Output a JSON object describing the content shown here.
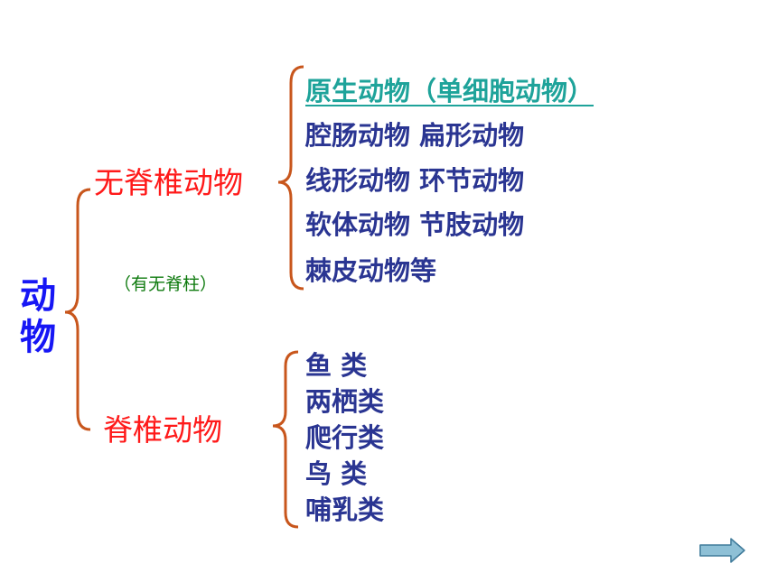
{
  "root": {
    "label": [
      "动",
      "物"
    ]
  },
  "invertebrates": {
    "label": "无脊椎动物",
    "note": "（有无脊柱）",
    "items": [
      "原生动物（单细胞动物）",
      "腔肠动物  扁形动物",
      "线形动物  环节动物",
      "软体动物  节肢动物",
      "棘皮动物等"
    ]
  },
  "vertebrates": {
    "label": "脊椎动物",
    "items": [
      "鱼  类",
      "两栖类",
      "爬行类",
      "鸟  类",
      "哺乳类"
    ]
  },
  "navigation": {
    "next_icon": "right-arrow-icon"
  },
  "colors": {
    "root": "#1616f5",
    "category": "#ff1a1a",
    "note": "#0e7a0e",
    "item": "#2a3592",
    "link": "#1ea39a",
    "brace": "#c8561c",
    "arrow_fill": "#8ec0d6",
    "arrow_stroke": "#3f7a9a"
  }
}
